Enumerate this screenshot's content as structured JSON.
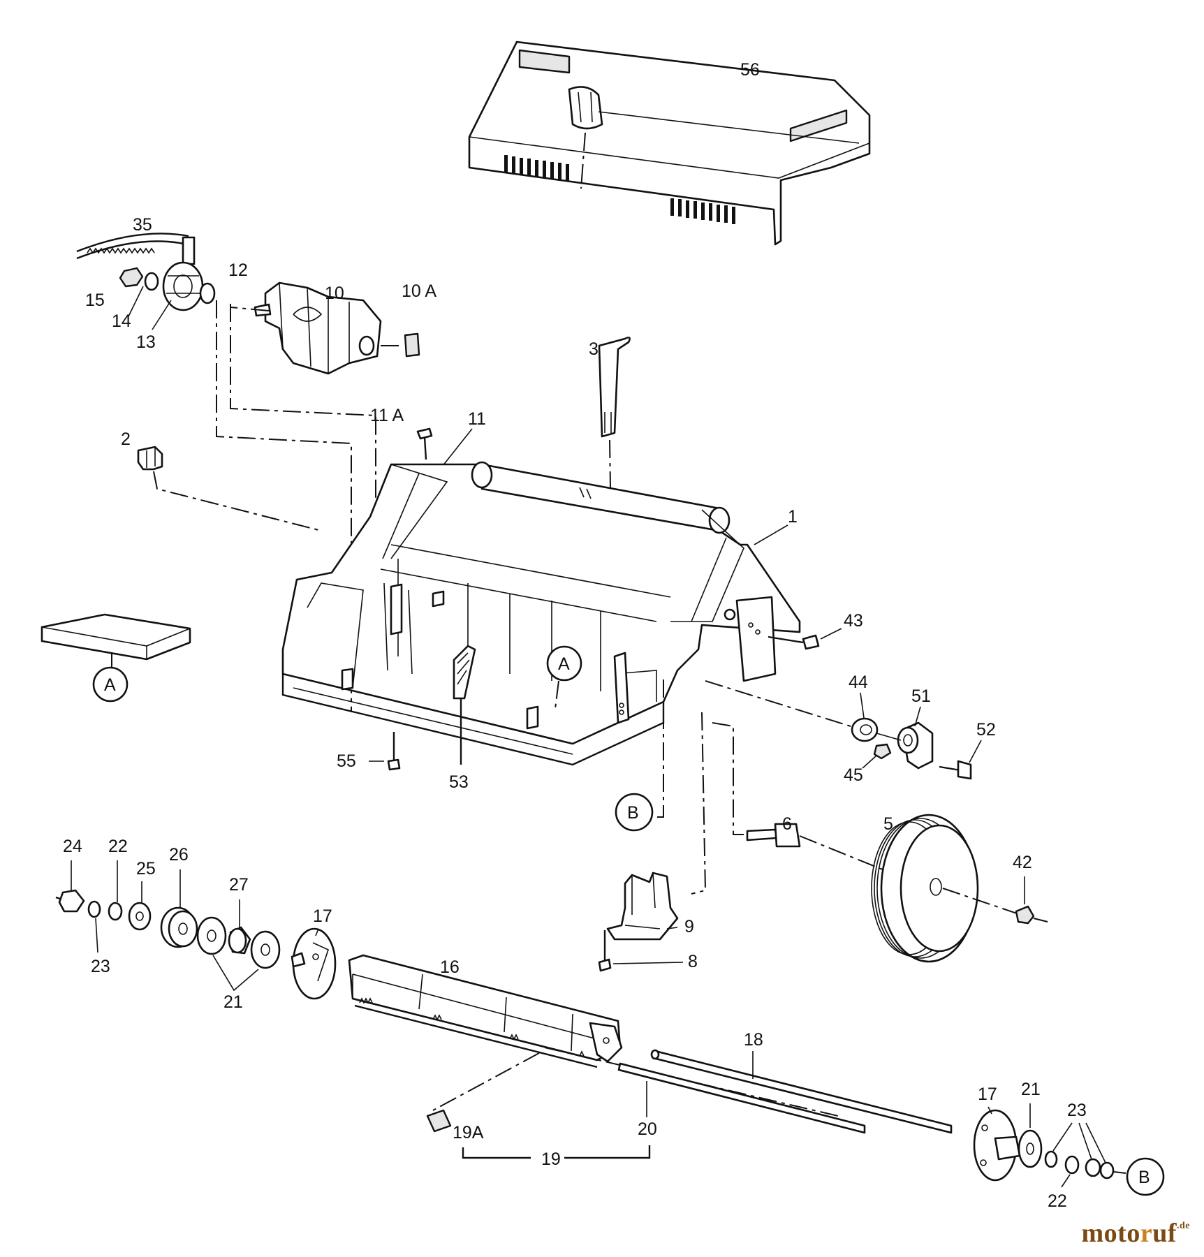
{
  "labels": {
    "l56": "56",
    "l35": "35",
    "l12": "12",
    "l10": "10",
    "l10a": "10 A",
    "l15": "15",
    "l14": "14",
    "l13": "13",
    "l3": "3",
    "l11a": "11 A",
    "l11": "11",
    "l2": "2",
    "l1": "1",
    "l43": "43",
    "l44": "44",
    "l51": "51",
    "l52": "52",
    "l45": "45",
    "l55": "55",
    "l53": "53",
    "l6": "6",
    "l5": "5",
    "l42": "42",
    "l24": "24",
    "l22a": "22",
    "l25": "25",
    "l26": "26",
    "l27": "27",
    "l17a": "17",
    "l23a": "23",
    "l21a": "21",
    "l9": "9",
    "l8": "8",
    "l16": "16",
    "l18": "18",
    "l19a": "19A",
    "l20": "20",
    "l19": "19",
    "l17b": "17",
    "l21b": "21",
    "l23b": "23",
    "l22b": "22"
  },
  "callouts": {
    "A": "A",
    "B": "B"
  },
  "watermark": {
    "part1": "moto",
    "part2": "r",
    "part3": "uf",
    "suffix": ".de"
  }
}
